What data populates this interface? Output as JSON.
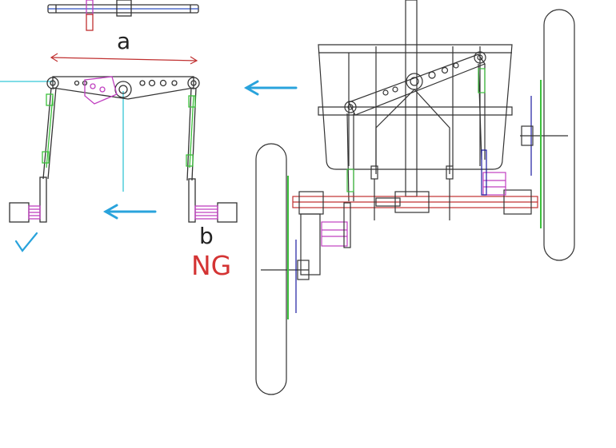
{
  "labels": {
    "a": "a",
    "b": "b",
    "ng": "NG"
  },
  "colors": {
    "line": "#333333",
    "thin": "#555555",
    "arrow": "#29a3dc",
    "cyan": "#35c6d6",
    "magenta": "#c040c0",
    "green": "#3cc03c",
    "red": "#c03030",
    "blue": "#1a1aa0",
    "ng_text": "#d43434"
  },
  "icons": {
    "check": "check-mark-icon",
    "arrow": "left-arrow-icon"
  }
}
